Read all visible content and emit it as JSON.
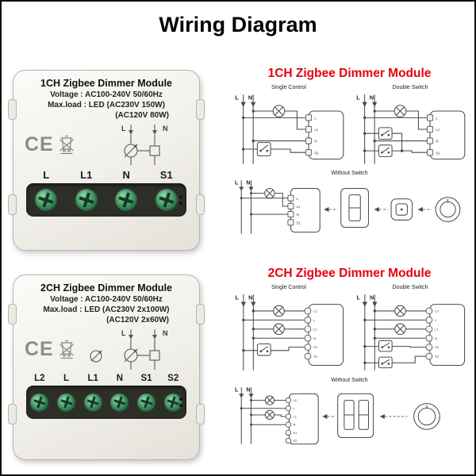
{
  "page": {
    "title": "Wiring Diagram"
  },
  "colors": {
    "heading_red": "#e8000f",
    "module_body": "#f1efe9",
    "terminal_strip": "#2c2f27",
    "screw_green": "#3c8f5f",
    "wire_gray": "#4a4a4a"
  },
  "modules": [
    {
      "name": "1CH Zigbee Dimmer Module",
      "voltage": "Voltage : AC100-240V 50/60Hz",
      "max_load": "Max.load : LED (AC230V 150W)",
      "max_load_alt": "(AC120V 80W)",
      "ce_mark": "CE",
      "live_label": "L",
      "neutral_label": "N",
      "terminals": [
        "L",
        "L1",
        "N",
        "S1"
      ]
    },
    {
      "name": "2CH Zigbee Dimmer Module",
      "voltage": "Voltage : AC100-240V 50/60Hz",
      "max_load": "Max.load : LED (AC230V 2x100W)",
      "max_load_alt": "(AC120V 2x60W)",
      "ce_mark": "CE",
      "live_label": "L",
      "neutral_label": "N",
      "terminals": [
        "L2",
        "L",
        "L1",
        "N",
        "S1",
        "S2"
      ]
    }
  ],
  "sections": [
    {
      "heading": "1CH Zigbee Dimmer Module",
      "diagrams": [
        {
          "label": "Single Control",
          "live": "L",
          "neutral": "N"
        },
        {
          "label": "Double Switch",
          "live": "L",
          "neutral": "N"
        },
        {
          "label": "Without Switch",
          "live": "L",
          "neutral": "N"
        }
      ]
    },
    {
      "heading": "2CH Zigbee Dimmer Module",
      "diagrams": [
        {
          "label": "Single Control",
          "live": "L",
          "neutral": "N"
        },
        {
          "label": "Double Switch",
          "live": "L",
          "neutral": "N"
        },
        {
          "label": "Without Switch",
          "live": "L",
          "neutral": "N"
        }
      ]
    }
  ],
  "icons": {
    "ce_mark": "CE-certification-text",
    "weee_bin": "crossed-out-wheelie-bin",
    "dimmer_symbol": "circle-with-diagonal-arrow",
    "lamp": "circle-with-x-cross",
    "switch": "toggle-switch-box",
    "wall_switch": "rocker-switch-panel",
    "smart_button": "square-wireless-button",
    "rotary_knob": "round-dimmer-knob"
  }
}
